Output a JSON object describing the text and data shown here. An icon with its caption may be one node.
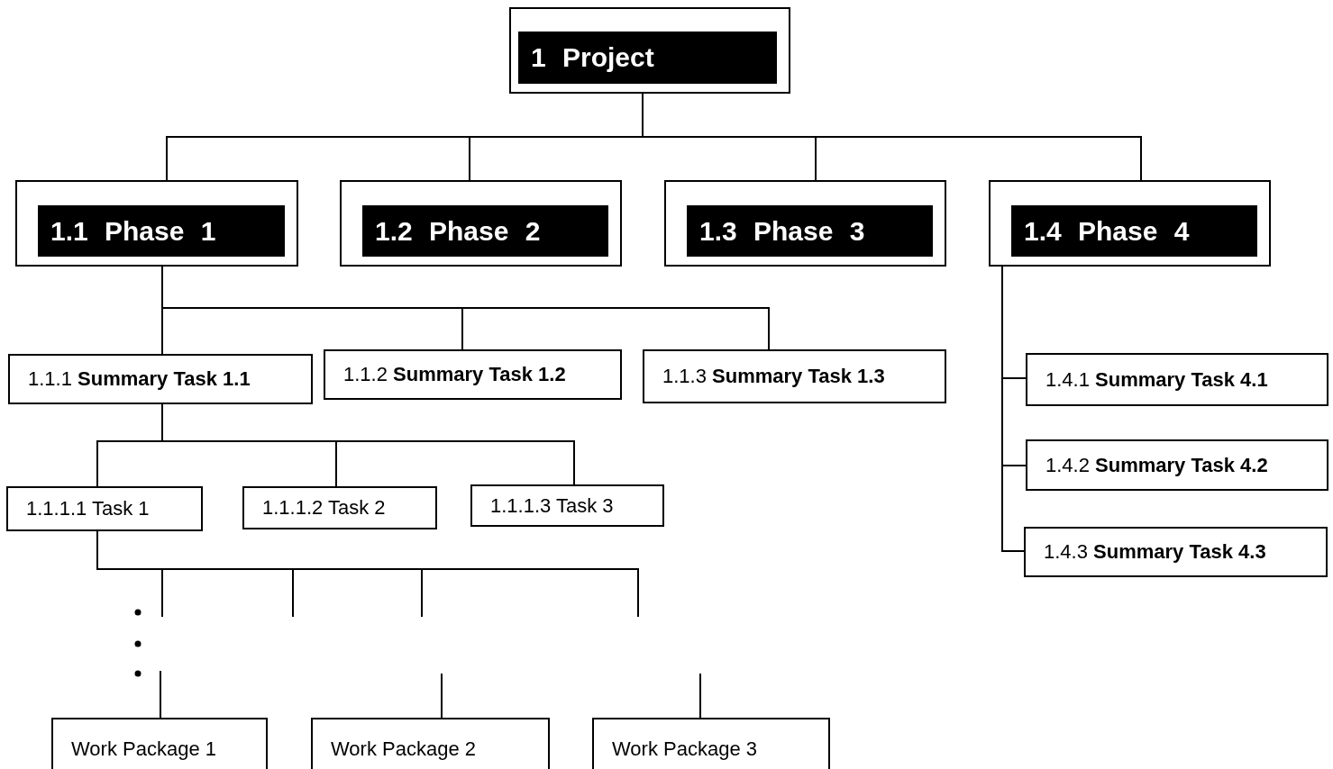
{
  "diagram": {
    "nodes": [
      {
        "text": [
          "1 Project"
        ]
      },
      {
        "text": [
          "1.1 Phase 1"
        ]
      },
      {
        "text": [
          "1.2 Phase 2"
        ]
      },
      {
        "text": [
          "1.3 Phase 3"
        ]
      },
      {
        "text": [
          "1.4 Phase 4"
        ]
      },
      {
        "text": [
          "1.1.1 **Summary Task 1.1**"
        ]
      },
      {
        "text": [
          "1.1.2 **Summary Task 1.2**"
        ]
      },
      {
        "text": [
          "1.1.3 **Summary Task 1.3**"
        ]
      },
      {
        "text": [
          "1.4.1 **Summary Task 4.1**"
        ]
      },
      {
        "text": [
          "1.4.2 **Summary Task 4.2**"
        ]
      },
      {
        "text": [
          "1.1.1.1 Task 1"
        ]
      },
      {
        "text": [
          "1.1.1.2 Task 2"
        ]
      },
      {
        "text": [
          "1.1.1.3 Task 3"
        ]
      },
      {
        "text": [
          "1.4.3 **Summary Task 4.3**"
        ]
      },
      {
        "text": [
          "Work Package 1"
        ]
      },
      {
        "text": [
          "Work Package 2"
        ]
      },
      {
        "text": [
          "Work Package 3"
        ]
      }
    ],
    "edges": [
      {
        "from": 0,
        "to": 1,
        "arrow": "none"
      },
      {
        "from": 0,
        "to": 2,
        "arrow": "none"
      },
      {
        "from": 0,
        "to": 3,
        "arrow": "none"
      },
      {
        "from": 0,
        "to": 4,
        "arrow": "none"
      },
      {
        "from": 1,
        "to": 5,
        "arrow": "none"
      },
      {
        "from": 1,
        "to": 6,
        "arrow": "none"
      },
      {
        "from": 1,
        "to": 7,
        "arrow": "none"
      },
      {
        "from": 4,
        "to": 8,
        "arrow": "none"
      },
      {
        "from": 4,
        "to": 9,
        "arrow": "none"
      },
      {
        "from": 4,
        "to": 13,
        "arrow": "none"
      },
      {
        "from": 5,
        "to": 10,
        "arrow": "none"
      },
      {
        "from": 5,
        "to": 11,
        "arrow": "none"
      },
      {
        "from": 5,
        "to": 12,
        "arrow": "none"
      },
      {
        "from": 10,
        "to": null,
        "arrow": "none"
      },
      {
        "from": 10,
        "to": null,
        "arrow": "none"
      },
      {
        "from": 10,
        "to": null,
        "arrow": "none"
      },
      {
        "from": 10,
        "to": null,
        "arrow": "none"
      },
      {
        "from": null,
        "to": 14,
        "arrow": "none"
      },
      {
        "from": null,
        "to": 15,
        "arrow": "none"
      },
      {
        "from": null,
        "to": 16,
        "arrow": "none"
      }
    ]
  }
}
